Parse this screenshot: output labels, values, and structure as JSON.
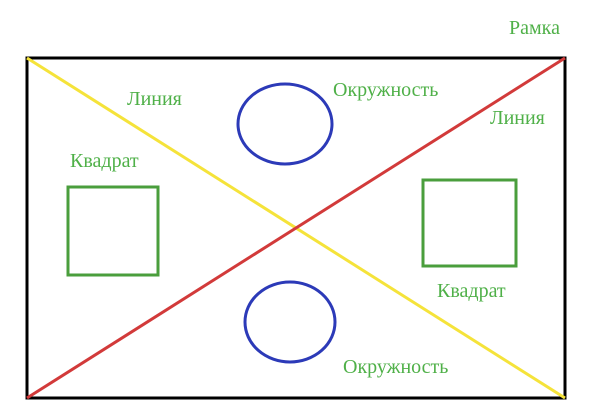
{
  "labels": {
    "frame": "Рамка",
    "line_1": "Линия",
    "line_2": "Линия",
    "circle_1": "Окружность",
    "circle_2": "Окружность",
    "square_1": "Квадрат",
    "square_2": "Квадрат"
  },
  "colors": {
    "frame": "#000000",
    "line_yellow": "#f5e33a",
    "line_red": "#d23a3a",
    "square": "#4a9e3c",
    "circle": "#2c3ab8",
    "label_text": "#4fb048"
  }
}
